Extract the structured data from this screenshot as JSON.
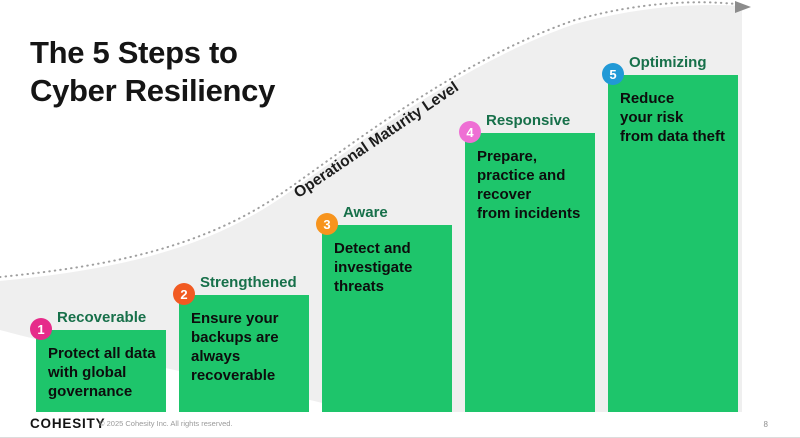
{
  "slide": {
    "title": "The 5 Steps to\nCyber Resiliency",
    "curve_label": "Operational Maturity Level",
    "steps": [
      {
        "num": "1",
        "label": "Recoverable",
        "desc": "Protect all data\nwith global\ngovernance",
        "badge_color": "#e62b8a"
      },
      {
        "num": "2",
        "label": "Strengthened",
        "desc": "Ensure your\nbackups are\nalways\nrecoverable",
        "badge_color": "#f15a22"
      },
      {
        "num": "3",
        "label": "Aware",
        "desc": "Detect and\ninvestigate\nthreats",
        "badge_color": "#f7941d"
      },
      {
        "num": "4",
        "label": "Responsive",
        "desc": "Prepare,\npractice and\nrecover\nfrom incidents",
        "badge_color": "#ee6fd4"
      },
      {
        "num": "5",
        "label": "Optimizing",
        "desc": "Reduce\nyour risk\nfrom data theft",
        "badge_color": "#2199d6"
      }
    ],
    "colors": {
      "bar_green": "#1ec56b",
      "step_label_green": "#17704a",
      "curve_fill_gray": "#efefef",
      "curve_dot_gray": "#9f9f9f"
    },
    "footer": {
      "logo": "COHESITY",
      "copyright": "© 2025 Cohesity Inc. All rights reserved.",
      "page_number": "8"
    }
  }
}
